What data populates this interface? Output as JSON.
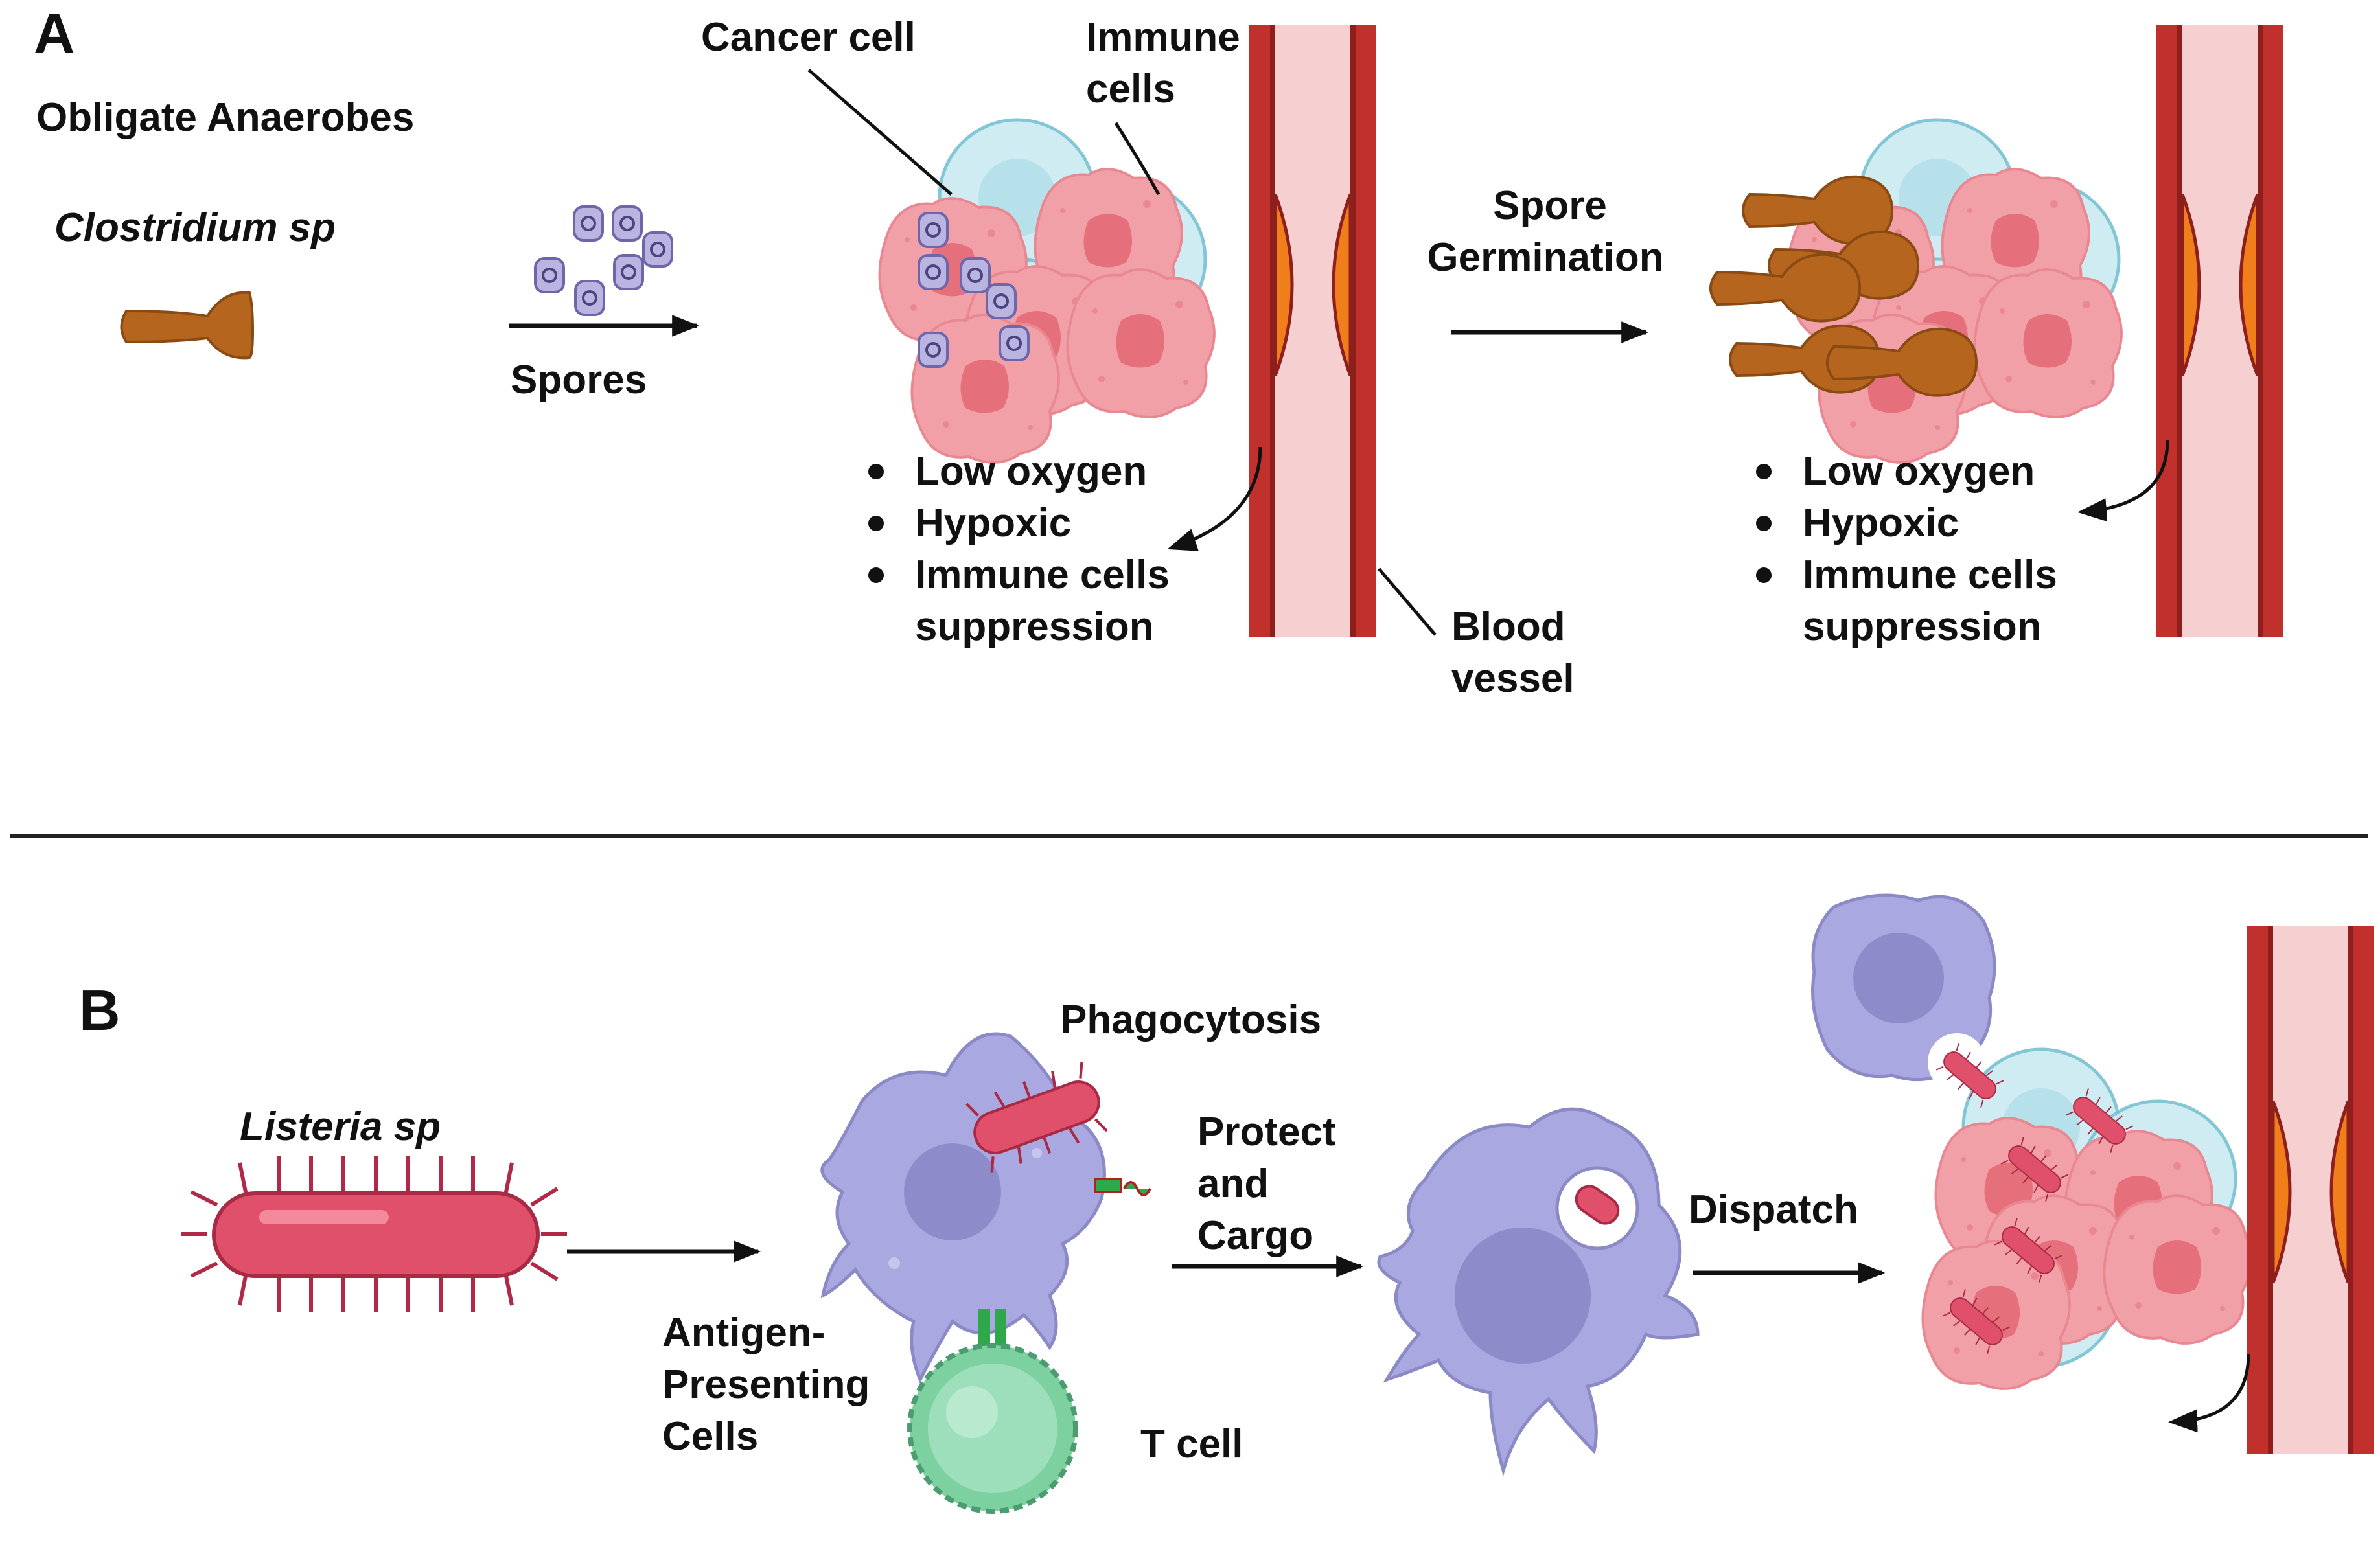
{
  "panel_a": {
    "letter": "A",
    "group_title": "Obligate Anaerobes",
    "organism": "Clostridium sp",
    "spores_label": "Spores",
    "cancer_cell_label": "Cancer cell",
    "immune_cells_label": [
      "Immune",
      "cells"
    ],
    "germination_label": [
      "Spore",
      "Germination"
    ],
    "blood_vessel_label": [
      "Blood",
      "vessel"
    ],
    "conditions": [
      "Low oxygen",
      "Hypoxic",
      "Immune cells",
      "suppression"
    ]
  },
  "panel_b": {
    "letter": "B",
    "organism": "Listeria sp",
    "phagocytosis_label": "Phagocytosis",
    "apc_label": [
      "Antigen-",
      "Presenting",
      "Cells"
    ],
    "tcell_label": "T cell",
    "protect_label": [
      "Protect",
      "and",
      "Cargo"
    ],
    "dispatch_label": "Dispatch"
  },
  "colors": {
    "clostridium": "#b5651d",
    "spore": "#b9b4e0",
    "cancer_cell": "#f2a0a8",
    "immune_cell": "#cdebf2",
    "vessel_wall": "#c0312e",
    "vessel_lumen": "#f6d0d0",
    "listeria": "#e0506a",
    "apc": "#aaa8e0",
    "tcell": "#7dd1a0"
  }
}
